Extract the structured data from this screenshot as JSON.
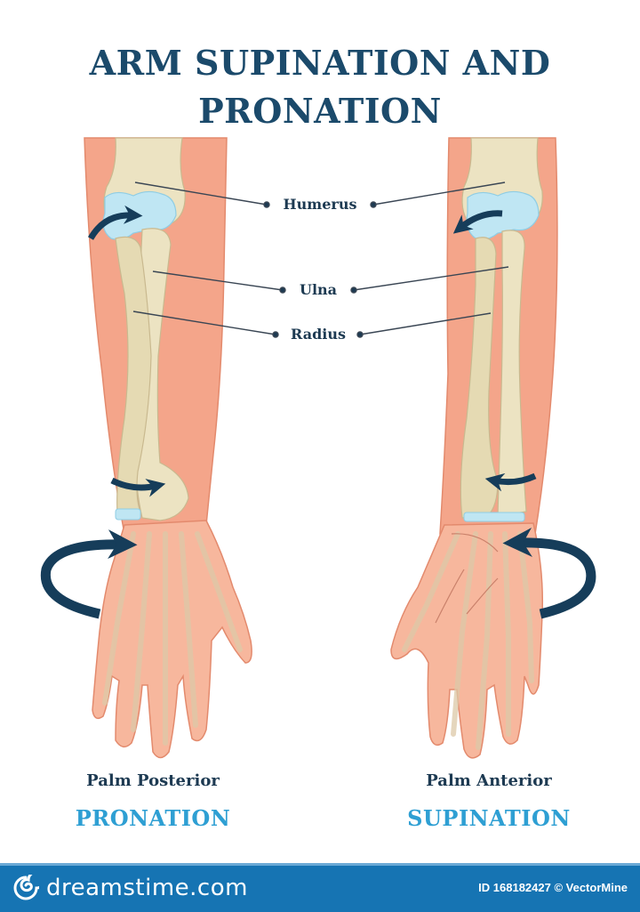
{
  "title": {
    "line1": "ARM SUPINATION AND",
    "line2": "PRONATION"
  },
  "labels": {
    "humerus": "Humerus",
    "ulna": "Ulna",
    "radius": "Radius"
  },
  "left_panel": {
    "caption": "Palm Posterior",
    "motion": "PRONATION"
  },
  "right_panel": {
    "caption": "Palm Anterior",
    "motion": "SUPINATION"
  },
  "footer": {
    "brand": "dreamstime.com",
    "credit": "ID 168182427 © VectorMine",
    "logo_icon": "spiral-logo-icon"
  },
  "colors": {
    "title": "#1b4a6b",
    "label": "#1d3a52",
    "motion_text": "#2e9fd3",
    "skin": "#f4a58a",
    "skin_light": "#f9c9b4",
    "bone": "#ece3c2",
    "cartilage": "#bfe6f3",
    "arrow": "#163d5a",
    "footer_bg": "#1674b3"
  }
}
